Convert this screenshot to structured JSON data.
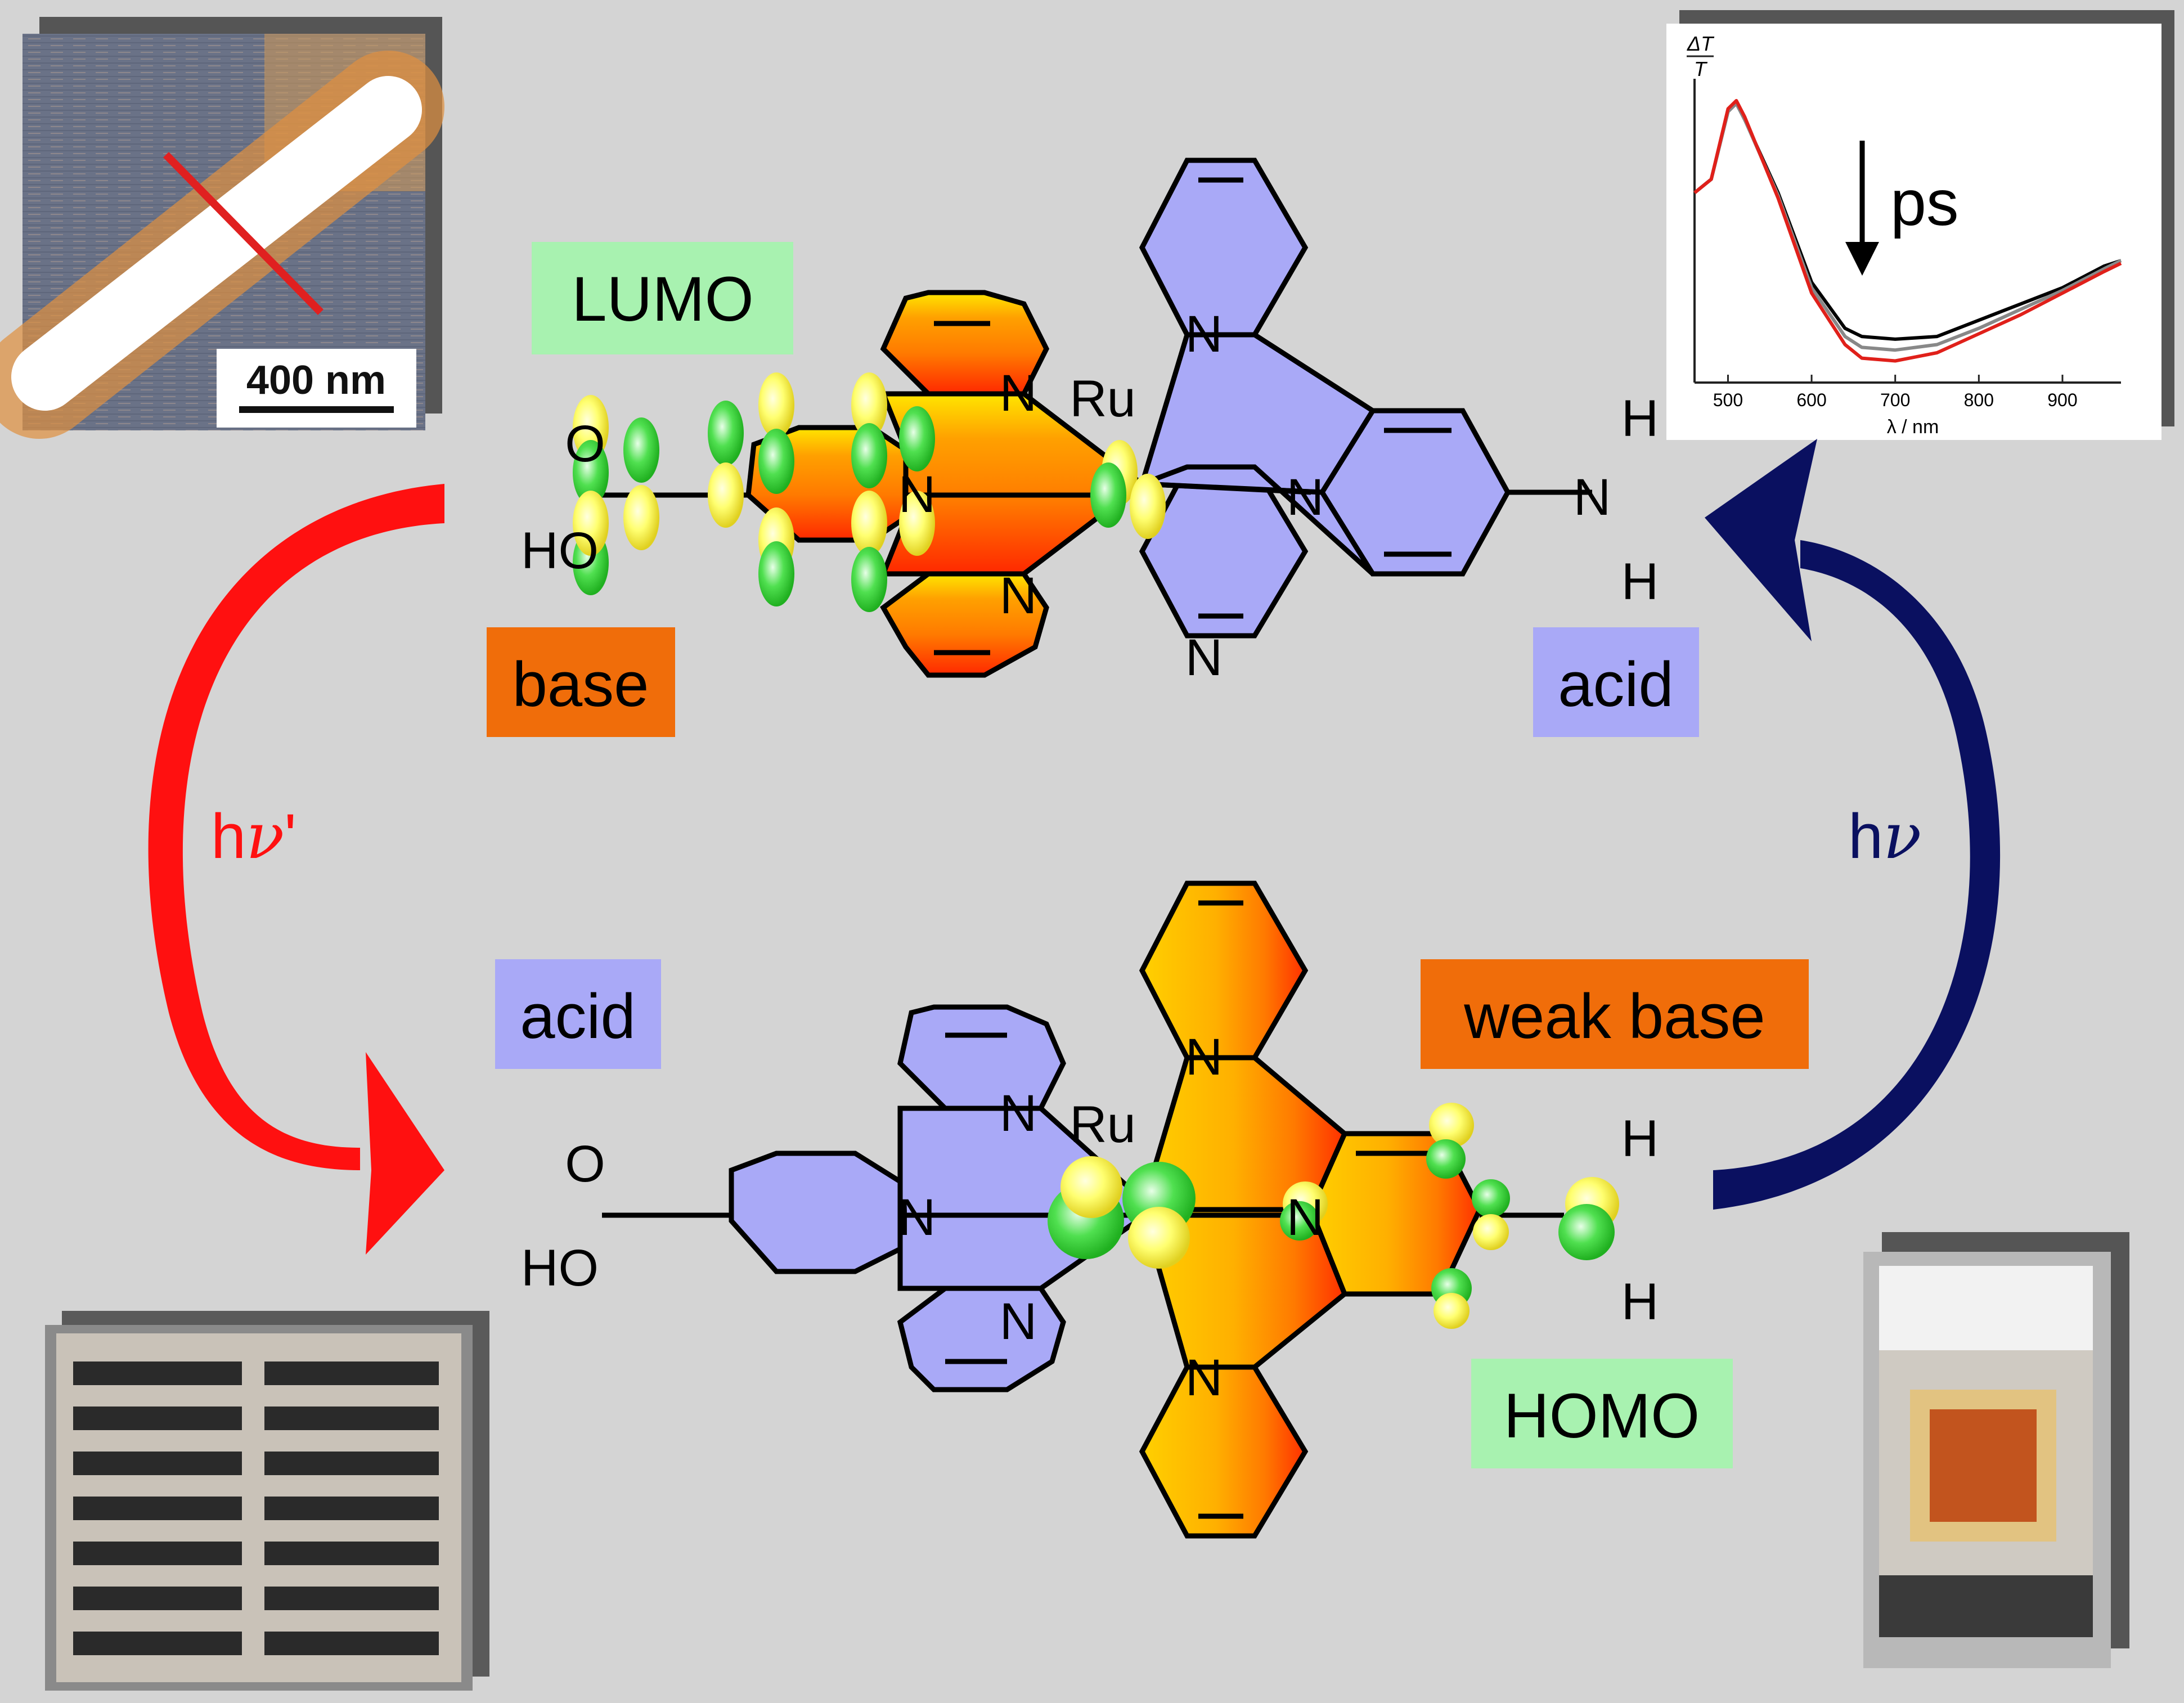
{
  "labels": {
    "lumo": "LUMO",
    "homo": "HOMO",
    "base_top": "base",
    "acid_top": "acid",
    "acid_bottom": "acid",
    "weak_base": "weak base",
    "hv_prime_h": "h",
    "hv_prime_nu": "ν",
    "hv_prime_mark": "'",
    "hv_h": "h",
    "hv_nu": "ν"
  },
  "atoms": {
    "N": "N",
    "Ru": "Ru",
    "H": "H",
    "O": "O",
    "HO": "HO"
  },
  "afm_inset": {
    "scalebar": "400 nm"
  },
  "spectrum_inset": {
    "ylabel_num": "ΔT",
    "ylabel_den": "T",
    "arrow_label": "ps",
    "xlabel": "λ / nm",
    "xticks": [
      "500",
      "600",
      "700",
      "800",
      "900"
    ],
    "chart_data": {
      "type": "line",
      "xlabel": "λ / nm",
      "ylabel": "ΔT/T",
      "xlim": [
        460,
        970
      ],
      "series": [
        {
          "color": "#000000",
          "x": [
            460,
            480,
            500,
            510,
            520,
            560,
            600,
            640,
            660,
            700,
            750,
            800,
            850,
            900,
            950,
            970
          ],
          "y": [
            0.55,
            0.6,
            0.85,
            0.88,
            0.82,
            0.55,
            0.22,
            0.05,
            0.02,
            0.01,
            0.02,
            0.08,
            0.14,
            0.2,
            0.28,
            0.3
          ]
        },
        {
          "color": "#888888",
          "x": [
            460,
            480,
            500,
            510,
            520,
            560,
            600,
            640,
            660,
            700,
            750,
            800,
            850,
            900,
            950,
            970
          ],
          "y": [
            0.55,
            0.6,
            0.85,
            0.88,
            0.82,
            0.54,
            0.2,
            0.02,
            -0.02,
            -0.03,
            -0.01,
            0.05,
            0.12,
            0.19,
            0.27,
            0.3
          ]
        },
        {
          "color": "#e0201a",
          "x": [
            460,
            480,
            500,
            510,
            520,
            560,
            600,
            640,
            660,
            700,
            750,
            800,
            850,
            900,
            950,
            970
          ],
          "y": [
            0.55,
            0.6,
            0.86,
            0.89,
            0.83,
            0.53,
            0.18,
            -0.01,
            -0.06,
            -0.07,
            -0.04,
            0.03,
            0.1,
            0.18,
            0.26,
            0.29
          ]
        }
      ]
    }
  },
  "colors": {
    "background": "#d4d4d4",
    "lumo_box": "#a8f2b0",
    "homo_box": "#a8f2b0",
    "base_box": "#f06d0a",
    "acid_box": "#a9a9f7",
    "weak_base_box": "#f06d0a",
    "ligand_lilac": "#a9a9f7",
    "arrow_left": "#ff1010",
    "arrow_right": "#0a1060",
    "orbital_green": "#35e035",
    "orbital_yellow": "#ffff60"
  }
}
